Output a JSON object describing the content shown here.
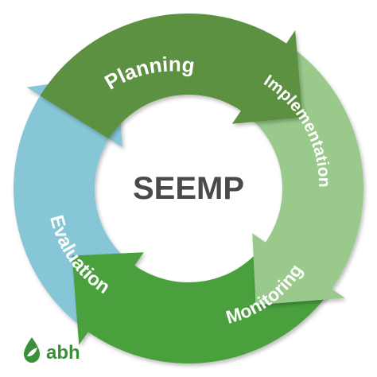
{
  "diagram": {
    "center_title": "SEEMP",
    "stages": [
      {
        "label": "Planning",
        "color": "#5b9142"
      },
      {
        "label": "Implementation",
        "color": "#99c98b"
      },
      {
        "label": "Monitoring",
        "color": "#48a03c"
      },
      {
        "label": "Evaluation",
        "color": "#86c6d6"
      }
    ]
  },
  "brand": {
    "name": "abh",
    "accent": "#3a8f3a",
    "icon": "water-drop-leaf-icon"
  }
}
